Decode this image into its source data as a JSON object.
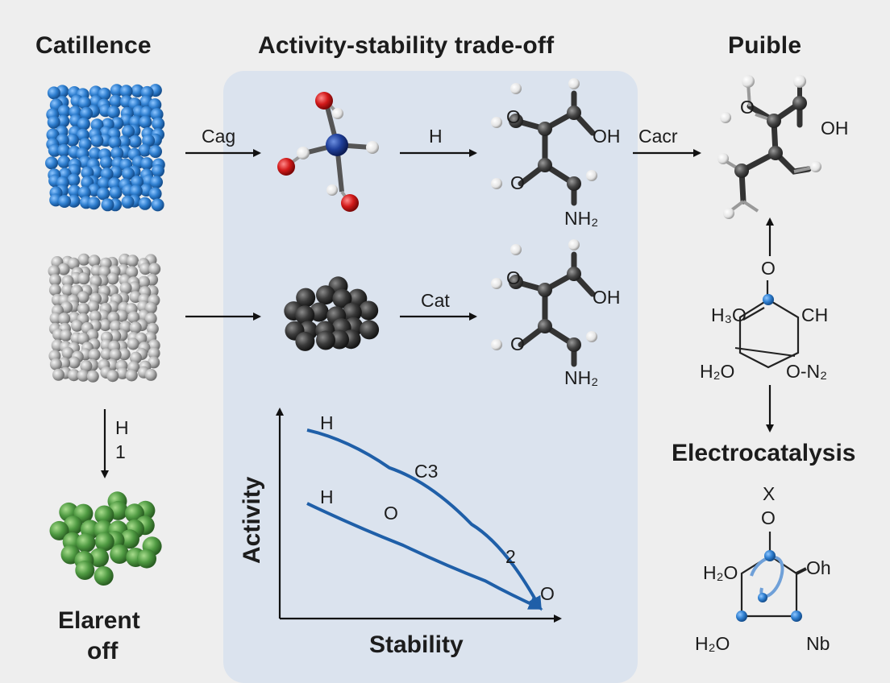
{
  "titles": {
    "left": "Catillence",
    "center": "Activity-stability trade-off",
    "right": "Puible"
  },
  "arrows": {
    "cag": "Cag",
    "h_top": "H",
    "cacr": "Cacr",
    "cat": "Cat",
    "h_left_1": "H",
    "h_left_2": "1"
  },
  "molecule_amino": {
    "o_top": "O",
    "oh": "OH",
    "o_bottom": "O",
    "nh2": "NH₂"
  },
  "molecule_product": {
    "o_top": "O",
    "oh": "OH"
  },
  "molecule_ring": {
    "o": "O",
    "h3o": "H₃O",
    "ch": "CH",
    "h2o": "H₂O",
    "n2": "O‑N₂"
  },
  "electrocatalysis": {
    "label": "Electrocatalysis",
    "x": "X",
    "o": "O",
    "h2o_top": "H₂O",
    "oh": "Oh",
    "h2o_bottom": "H₂O",
    "nb": "Nb"
  },
  "left_bottom_label": [
    "Elarent",
    "off"
  ],
  "chart_data": {
    "type": "line",
    "xlabel": "Stability",
    "ylabel": "Activity",
    "series": [
      {
        "name": "",
        "start_label": "H",
        "labels": [
          "C3"
        ],
        "points": [
          [
            0.1,
            0.9
          ],
          [
            0.4,
            0.72
          ],
          [
            0.7,
            0.45
          ],
          [
            0.95,
            0.05
          ]
        ]
      },
      {
        "name": "",
        "start_label": "H",
        "labels": [
          "O",
          "2"
        ],
        "points": [
          [
            0.1,
            0.55
          ],
          [
            0.45,
            0.35
          ],
          [
            0.75,
            0.18
          ],
          [
            0.95,
            0.05
          ]
        ]
      }
    ],
    "end_label": "O"
  },
  "colors": {
    "panel": "#dbe3ee",
    "blue_atom": "#2f7fd0",
    "gray_atom": "#b9b9b9",
    "dark_atom": "#3a3a3a",
    "green_atom": "#4f9a42",
    "red_atom": "#d21a1a",
    "curve": "#1f5fa8"
  }
}
